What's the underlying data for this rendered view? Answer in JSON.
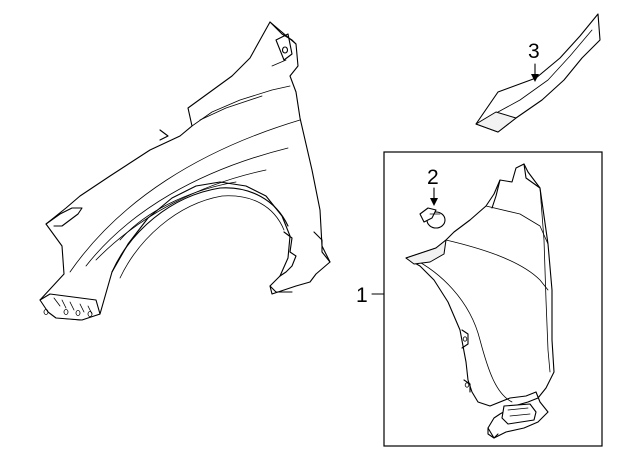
{
  "callouts": {
    "fender_liner_assembly": "1",
    "liner_clip": "2",
    "fender_shield_seal": "3"
  },
  "colors": {
    "line": "#000000",
    "background": "#ffffff"
  }
}
